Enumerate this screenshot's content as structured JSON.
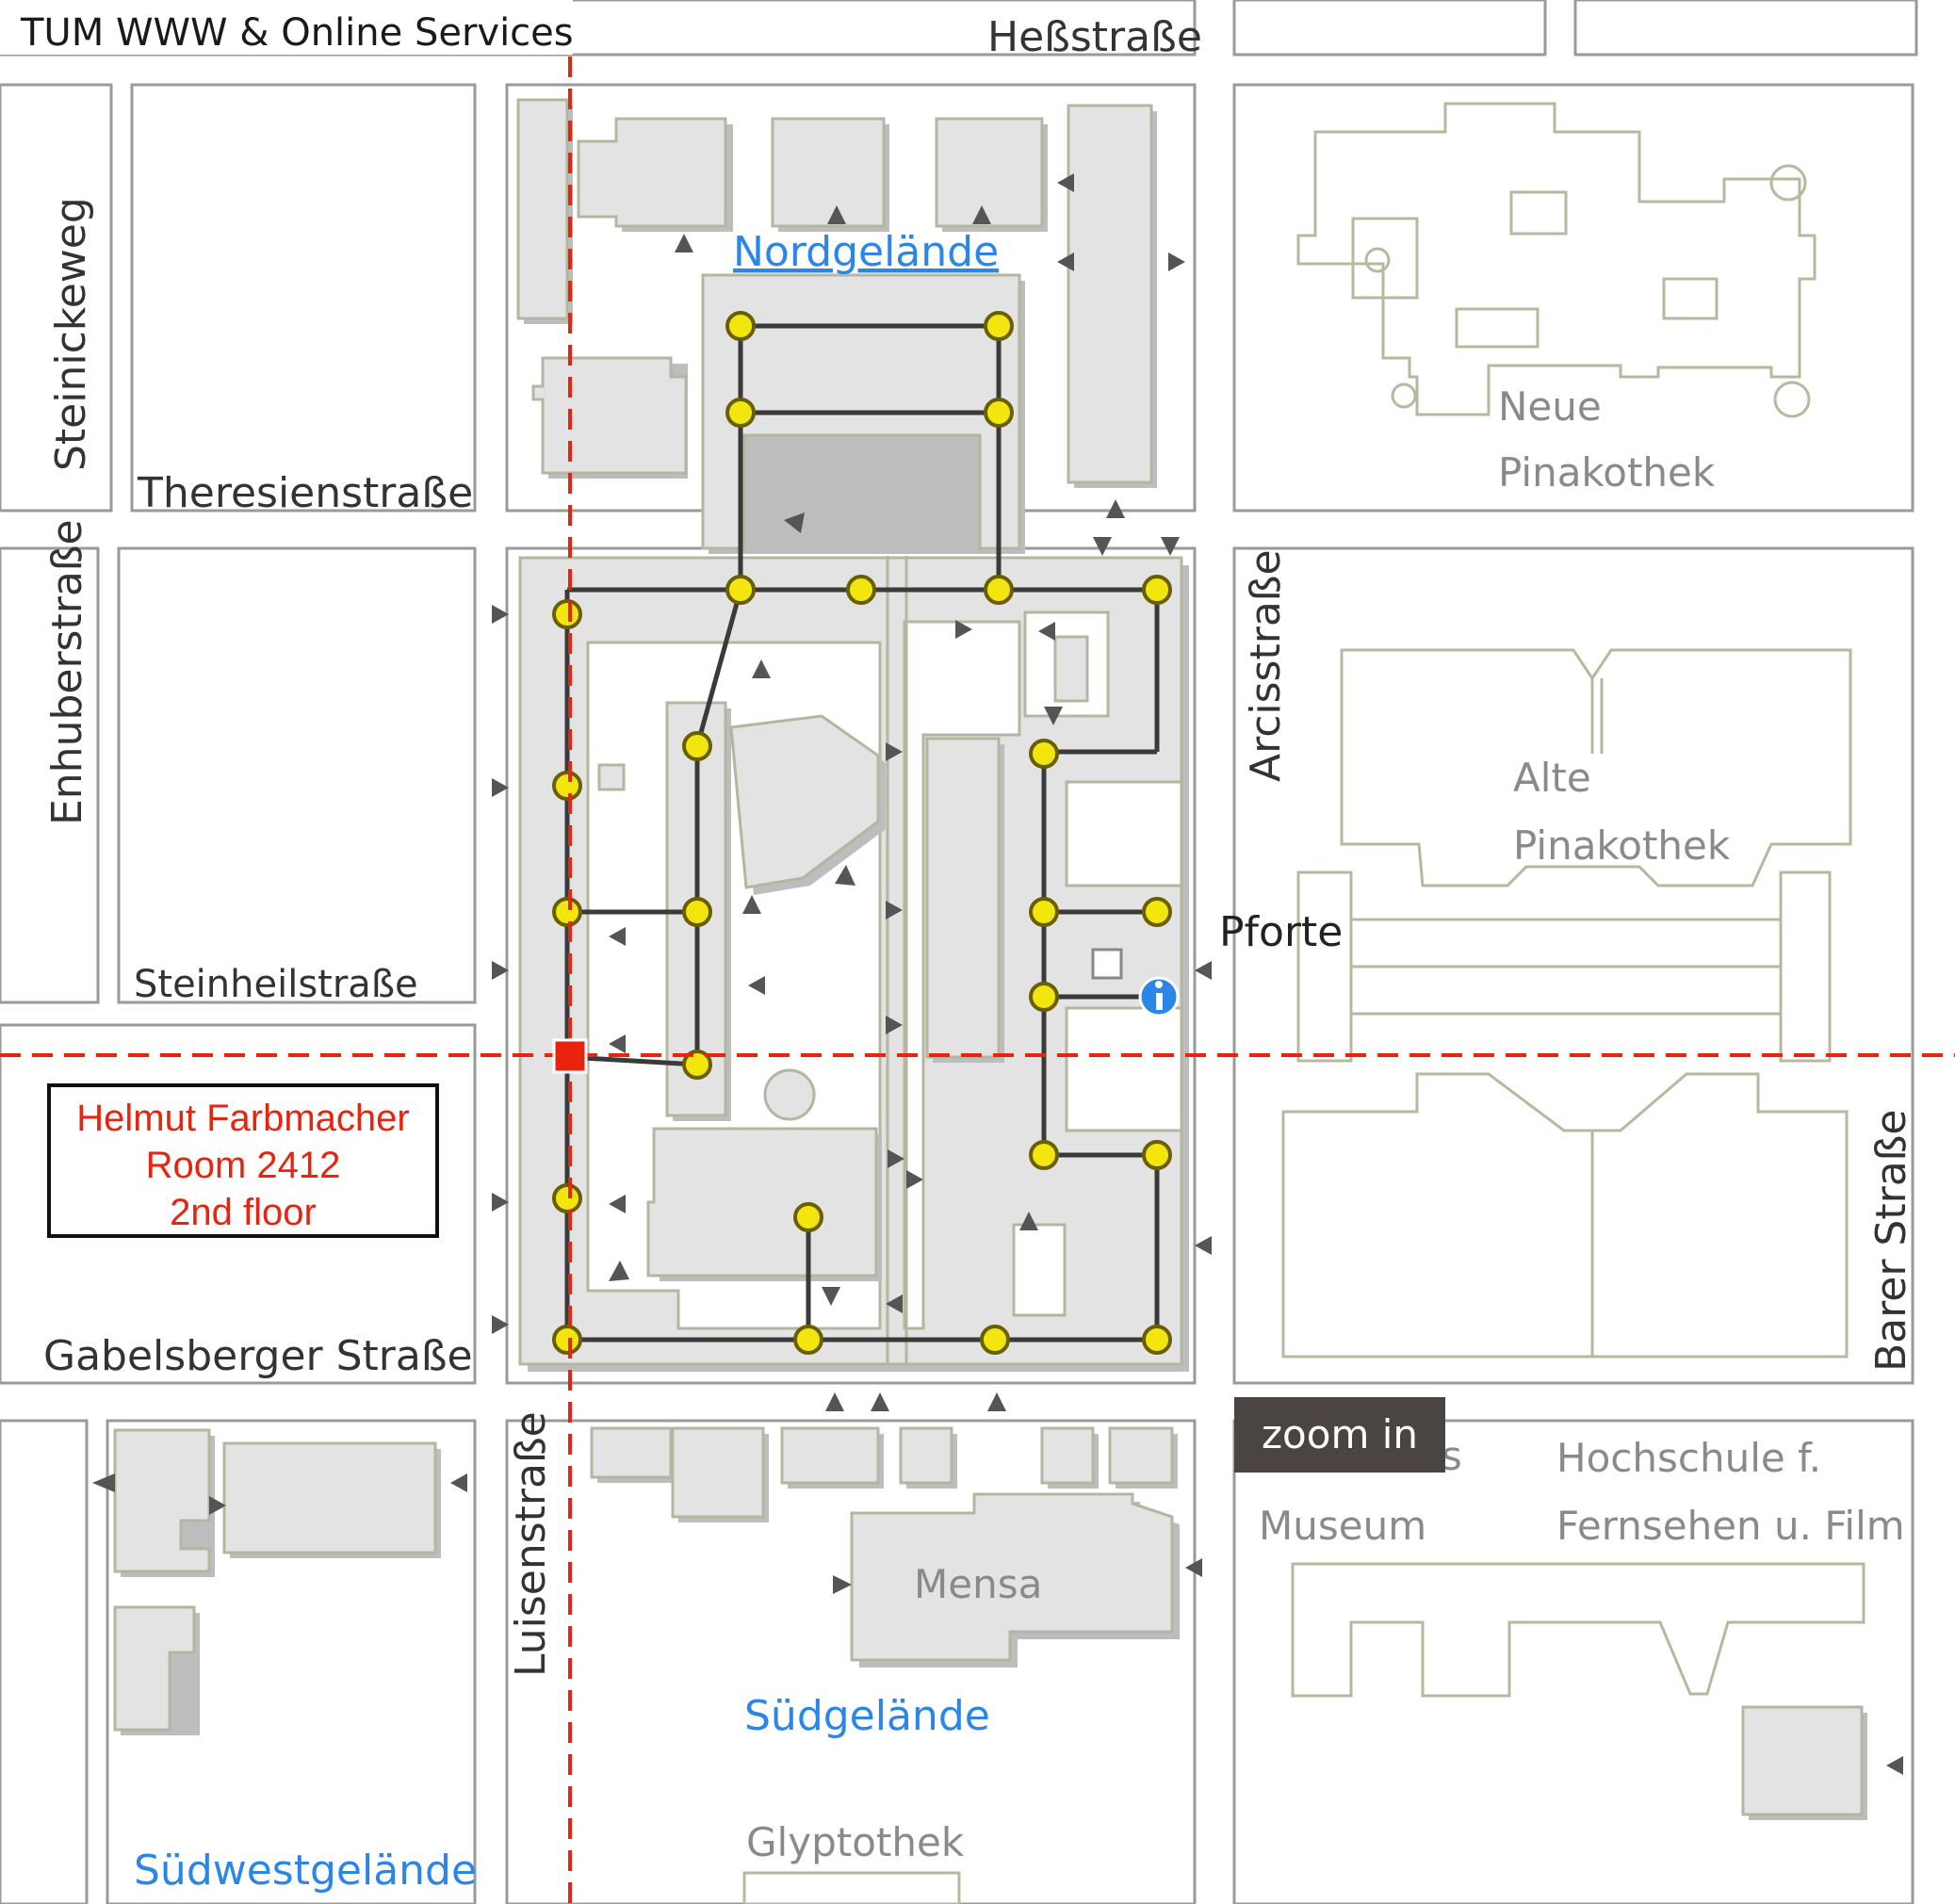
{
  "header": {
    "title": "TUM WWW & Online Services"
  },
  "streets": {
    "hessstrasse": "Heßstraße",
    "steinickeweg": "Steinickeweg",
    "theresienstrasse": "Theresienstraße",
    "enhuberstrasse": "Enhuberstraße",
    "steinheilstrasse": "Steinheilstraße",
    "gabelsberger": "Gabelsberger Straße",
    "arcisstrasse": "Arcisstraße",
    "barer": "Barer Straße",
    "luisenstrasse": "Luisenstraße"
  },
  "areas": {
    "nord": "Nordgelände",
    "sued": "Südgelände",
    "suedwest": "Südwestgelände"
  },
  "landmarks": {
    "neue_1": "Neue",
    "neue_2": "Pinakothek",
    "alte_1": "Alte",
    "alte_2": "Pinakothek",
    "museum_1": "...es",
    "museum_2": "Museum",
    "hff_1": "Hochschule f.",
    "hff_2": "Fernsehen u. Film",
    "mensa": "Mensa",
    "glyptothek": "Glyptothek",
    "pforte": "Pforte"
  },
  "location_label": {
    "name": "Helmut Farbmacher",
    "room": "Room 2412",
    "floor": "2nd floor"
  },
  "controls": {
    "zoom_in": "zoom in"
  },
  "colors": {
    "crosshair": "#e8230e",
    "route_node": "#f2e60e",
    "area_label": "#2b86e8",
    "info_marker": "#2b86e8",
    "target_marker": "#e8230e"
  },
  "icons": {
    "info": "info-icon",
    "target": "target-marker-icon"
  }
}
